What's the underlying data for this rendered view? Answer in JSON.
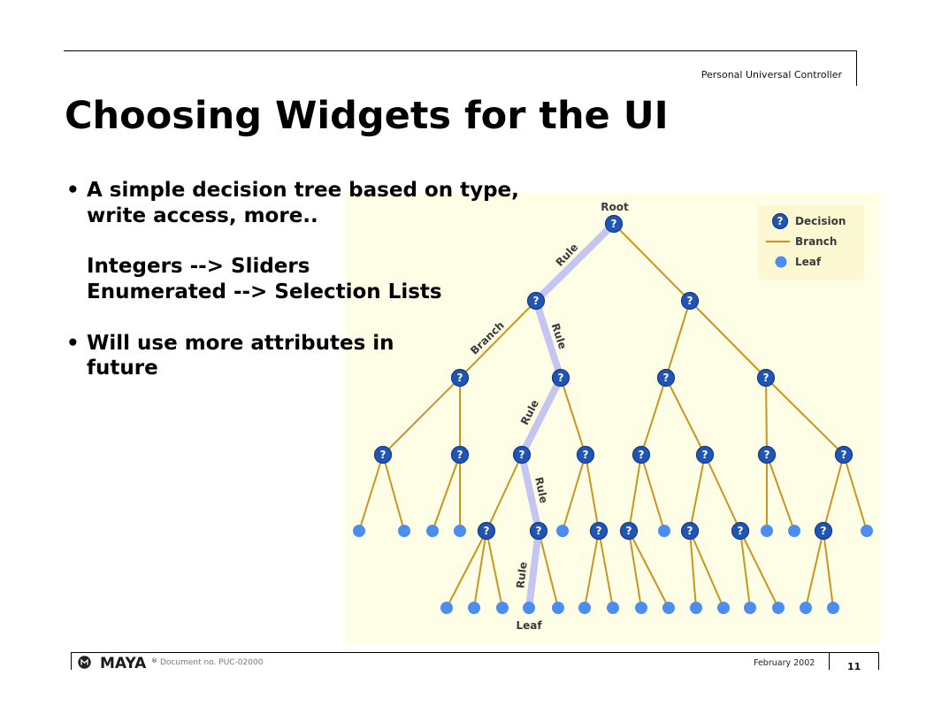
{
  "header": {
    "product": "Personal Universal Controller"
  },
  "slide": {
    "title": "Choosing Widgets for the UI",
    "bullet_marker": "•",
    "bullets": [
      {
        "lines": [
          "A simple decision tree based on type,",
          "write access, more.."
        ],
        "examples": [
          "Integers --> Sliders",
          "Enumerated --> Selection Lists"
        ]
      },
      {
        "lines": [
          "Will use more attributes in",
          "future"
        ]
      }
    ]
  },
  "diagram": {
    "labels": {
      "root": "Root",
      "branch": "Branch",
      "leaf": "Leaf",
      "rule": [
        "Rule",
        "Rule",
        "Rule",
        "Rule",
        "Rule"
      ]
    },
    "decision_glyph": "?",
    "legend": [
      {
        "icon": "decision-node-icon",
        "label": "Decision"
      },
      {
        "icon": "branch-line-icon",
        "label": "Branch"
      },
      {
        "icon": "leaf-node-icon",
        "label": "Leaf"
      }
    ],
    "colors": {
      "panel_background": "#fefde6",
      "legend_background": "#fcf8d2",
      "branch": "#c8961e",
      "rule_path": "#c4c5f1",
      "decision_fill": "#2155b4",
      "decision_stroke": "#123a88",
      "leaf_fill": "#4b8ef0"
    },
    "nodes": [
      {
        "type": "decision",
        "parent": null,
        "on_rule_path": true
      },
      {
        "type": "decision",
        "parent": 0,
        "on_rule_path": true
      },
      {
        "type": "decision",
        "parent": 0
      },
      {
        "type": "decision",
        "parent": 1
      },
      {
        "type": "decision",
        "parent": 1,
        "on_rule_path": true
      },
      {
        "type": "decision",
        "parent": 2
      },
      {
        "type": "decision",
        "parent": 2
      },
      {
        "type": "decision",
        "parent": 3
      },
      {
        "type": "decision",
        "parent": 3
      },
      {
        "type": "decision",
        "parent": 4,
        "on_rule_path": true
      },
      {
        "type": "decision",
        "parent": 4
      },
      {
        "type": "decision",
        "parent": 5
      },
      {
        "type": "decision",
        "parent": 5
      },
      {
        "type": "decision",
        "parent": 6
      },
      {
        "type": "decision",
        "parent": 6
      },
      {
        "type": "leaf",
        "parent": 7
      },
      {
        "type": "leaf",
        "parent": 7
      },
      {
        "type": "leaf",
        "parent": 8
      },
      {
        "type": "leaf",
        "parent": 8
      },
      {
        "type": "decision",
        "parent": 9
      },
      {
        "type": "decision",
        "parent": 9,
        "on_rule_path": true
      },
      {
        "type": "leaf",
        "parent": 10
      },
      {
        "type": "decision",
        "parent": 10
      },
      {
        "type": "decision",
        "parent": 11
      },
      {
        "type": "leaf",
        "parent": 11
      },
      {
        "type": "decision",
        "parent": 12
      },
      {
        "type": "decision",
        "parent": 12
      },
      {
        "type": "leaf",
        "parent": 13
      },
      {
        "type": "leaf",
        "parent": 13
      },
      {
        "type": "decision",
        "parent": 14
      },
      {
        "type": "leaf",
        "parent": 14
      },
      {
        "type": "leaf",
        "parent": 19
      },
      {
        "type": "leaf",
        "parent": 19
      },
      {
        "type": "leaf",
        "parent": 19
      },
      {
        "type": "leaf",
        "parent": 20,
        "on_rule_path": true
      },
      {
        "type": "leaf",
        "parent": 20
      },
      {
        "type": "leaf",
        "parent": 22
      },
      {
        "type": "leaf",
        "parent": 22
      },
      {
        "type": "leaf",
        "parent": 23
      },
      {
        "type": "leaf",
        "parent": 23
      },
      {
        "type": "leaf",
        "parent": 25
      },
      {
        "type": "leaf",
        "parent": 25
      },
      {
        "type": "leaf",
        "parent": 26
      },
      {
        "type": "leaf",
        "parent": 26
      },
      {
        "type": "leaf",
        "parent": 29
      },
      {
        "type": "leaf",
        "parent": 29
      }
    ]
  },
  "footer": {
    "logo_text": "MAYA",
    "registered_mark": "®",
    "document_no": "Document no. PUC-02000",
    "date": "February 2002",
    "page_number": "11"
  }
}
